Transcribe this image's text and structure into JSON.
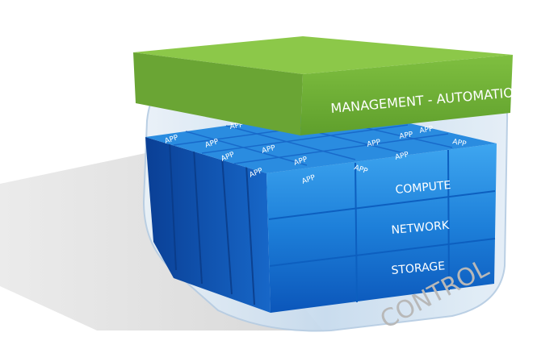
{
  "diagram": {
    "top_layer": "MANAGEMENT - AUTOMATION",
    "layers": {
      "compute": "COMPUTE",
      "network": "NETWORK",
      "storage": "STORAGE"
    },
    "app_label": "APP",
    "container_label": "CONTROL"
  },
  "colors": {
    "green_front": "#76b83c",
    "green_top": "#8cc849",
    "blue_dark": "#0a4fb0",
    "blue_mid": "#1f7ed8",
    "blue_light": "#3aa3ee",
    "glass": "#cfe0f0",
    "shadow": "#d9d9d9",
    "control_text": "#b8b8b8"
  }
}
